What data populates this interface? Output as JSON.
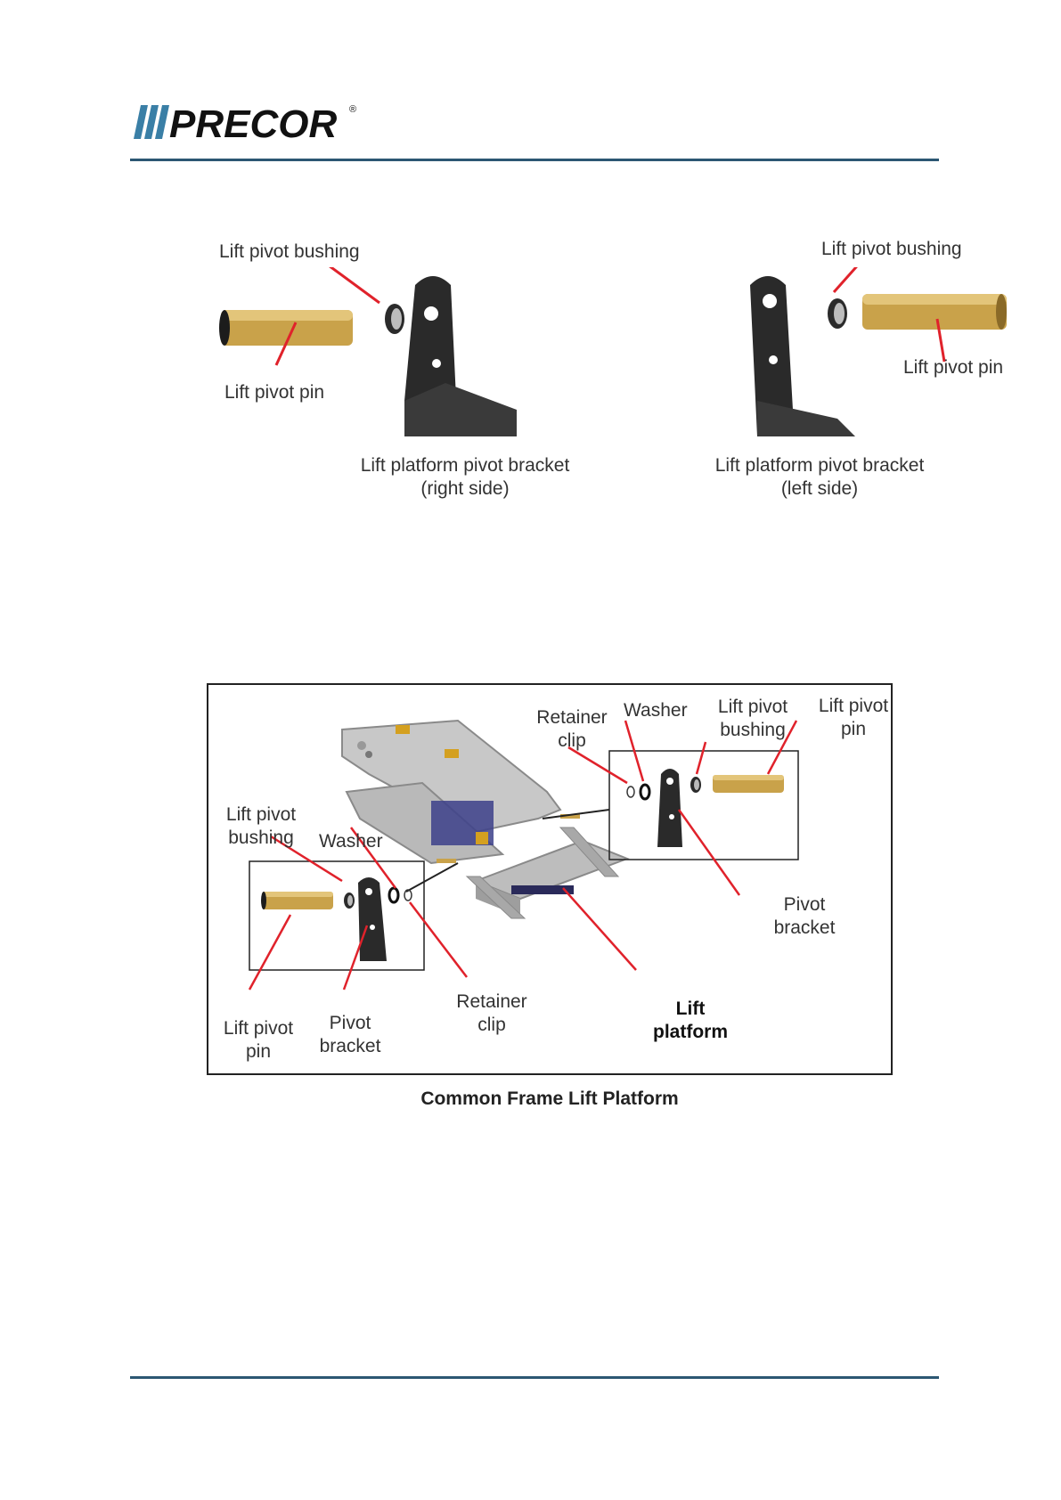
{
  "header": {
    "logo_text": "PRECOR",
    "registered_mark": "®"
  },
  "figure_top": {
    "right_side": {
      "bushing_label": "Lift pivot bushing",
      "pin_label": "Lift pivot pin",
      "bracket_label_line1": "Lift platform pivot bracket",
      "bracket_label_line2": "(right side)"
    },
    "left_side": {
      "bushing_label": "Lift pivot bushing",
      "pin_label": "Lift pivot pin",
      "bracket_label_line1": "Lift platform pivot bracket",
      "bracket_label_line2": "(left side)"
    }
  },
  "figure_bottom": {
    "labels": {
      "retainer_clip_top_1": "Retainer",
      "retainer_clip_top_2": "clip",
      "washer_top": "Washer",
      "bushing_top_1": "Lift pivot",
      "bushing_top_2": "bushing",
      "pin_top_1": "Lift pivot",
      "pin_top_2": "pin",
      "bushing_left_1": "Lift pivot",
      "bushing_left_2": "bushing",
      "washer_left": "Washer",
      "pivot_bracket_right_1": "Pivot",
      "pivot_bracket_right_2": "bracket",
      "pin_bottom_1": "Lift pivot",
      "pin_bottom_2": "pin",
      "pivot_bracket_bottom_1": "Pivot",
      "pivot_bracket_bottom_2": "bracket",
      "retainer_clip_bottom_1": "Retainer",
      "retainer_clip_bottom_2": "clip",
      "lift_platform_1": "Lift",
      "lift_platform_2": "platform"
    },
    "caption": "Common Frame Lift Platform"
  },
  "colors": {
    "brand_rule": "#2c5773",
    "pin_gold": "#c9a24a",
    "bracket_dark": "#2a2a2a",
    "leader_red": "#e0222b"
  }
}
